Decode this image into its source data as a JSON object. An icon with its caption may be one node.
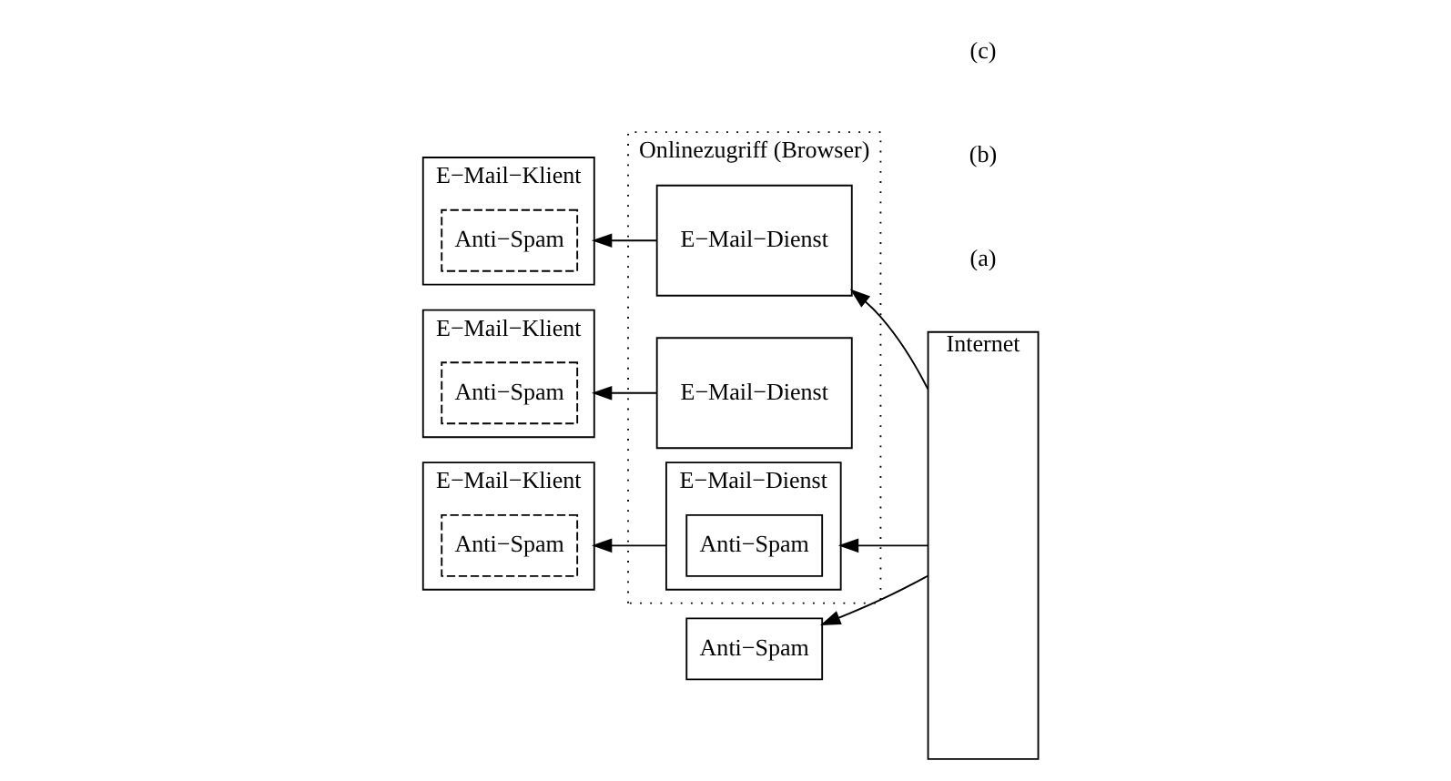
{
  "diagram": {
    "nodes": [
      {
        "text": [
          "Internet"
        ]
      },
      {
        "text": [
          "Onlinezugriff (Browser)"
        ]
      },
      {
        "text": [
          "E−Mail−Dienst"
        ],
        "in": 1
      },
      {
        "text": [
          "E−Mail−Klient"
        ]
      },
      {
        "text": [
          "Anti−Spam"
        ],
        "in": 3
      },
      {
        "text": [
          "E−Mail−Dienst"
        ],
        "in": 1
      },
      {
        "text": [
          "Anti−Spam"
        ]
      },
      {
        "text": [
          "E−Mail−Klient"
        ]
      },
      {
        "text": [
          "Anti−Spam"
        ],
        "in": 7
      },
      {
        "text": [
          "E−Mail−Dienst"
        ],
        "in": 1
      },
      {
        "text": [
          "Anti−Spam"
        ],
        "in": 9
      },
      {
        "text": [
          "E−Mail−Klient"
        ]
      },
      {
        "text": [
          "Anti−Spam"
        ],
        "in": 11
      }
    ],
    "edges": [
      {
        "from": 0,
        "to": 2,
        "arrow": "to"
      },
      {
        "from": 2,
        "to": 3,
        "arrow": "to"
      },
      {
        "from": 0,
        "to": 6,
        "arrow": "to"
      },
      {
        "from": 5,
        "to": 7,
        "arrow": "to"
      },
      {
        "from": 0,
        "to": 9,
        "arrow": "to"
      },
      {
        "from": 9,
        "to": 11,
        "arrow": "to"
      }
    ],
    "labels": [
      "(a)",
      "(b)",
      "(c)"
    ]
  }
}
